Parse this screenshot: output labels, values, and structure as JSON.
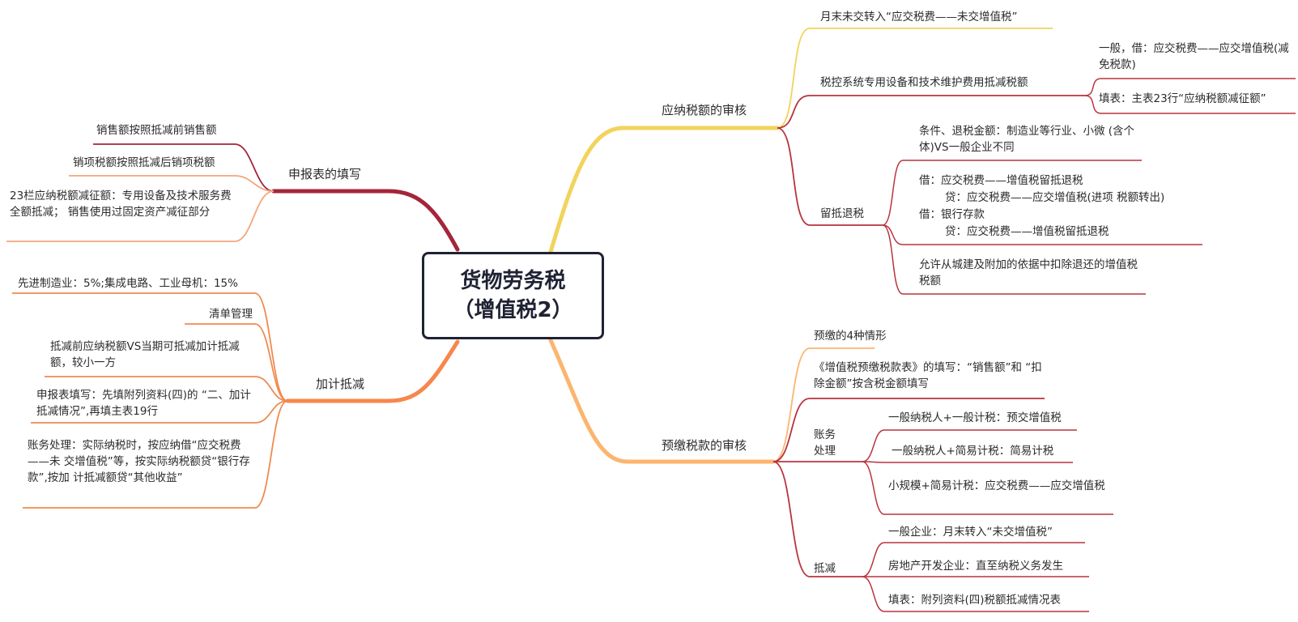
{
  "central": {
    "line1": "货物劳务税",
    "line2": "（增值税2）"
  },
  "colors": {
    "yingna": "#f2d35c",
    "yujiao": "#fbb56f",
    "jiaji": "#f7874c",
    "shenbao": "#a3263a",
    "sub_red": "#b8343f",
    "sub_orange": "#f08a50"
  },
  "yingna": {
    "label": "应纳税额的审核",
    "n1": "月末未交转入“应交税费——未交增值税”",
    "n2": {
      "label": "税控系统专用设备和技术维护费用抵减税额",
      "c1": "一般，借：应交税费——应交增值税(减免税款)",
      "c2": "填表：主表23行“应纳税额减征额”"
    },
    "n3": {
      "label": "留抵退税",
      "c1": "条件、退税金额：制造业等行业、小微 (含个体)VS一般企业不同",
      "c2": [
        "借：应交税费——增值税留抵退税",
        "贷：应交税费——应交增值税(进项 税额转出)",
        "借：银行存款",
        "贷：应交税费——增值税留抵退税"
      ],
      "c3": "允许从城建及附加的依据中扣除退还的增值税税额"
    }
  },
  "yujiao": {
    "label": "预缴税款的审核",
    "n1": "预缴的4种情形",
    "n2": "《增值税预缴税款表》的填写：“销售额”和 “扣除金额”按含税金额填写",
    "n3": {
      "label": "账务处理",
      "c1": "一般纳税人+一般计税：预交增值税",
      "c2": "一般纳税人+简易计税：简易计税",
      "c3": "小规模+简易计税：应交税费——应交增值税"
    },
    "n4": {
      "label": "抵减",
      "c1": "一般企业：月末转入“未交增值税”",
      "c2": "房地产开发企业：直至纳税义务发生",
      "c3": "填表：附列资料(四)税额抵减情况表"
    }
  },
  "shenbao": {
    "label": "申报表的填写",
    "c1": "销售额按照抵减前销售额",
    "c2": "销项税额按照抵减后销项税额",
    "c3": "23栏应纳税额减征额：专用设备及技术服务费全额抵减； 销售使用过固定资产减征部分"
  },
  "jiaji": {
    "label": "加计抵减",
    "c1": "先进制造业：5%;集成电路、工业母机：15%",
    "c2": "清单管理",
    "c3": "抵减前应纳税额VS当期可抵减加计抵减额，较小一方",
    "c4": "申报表填写：先填附列资料(四)的 “二、加计抵减情况”,再填主表19行",
    "c5": "账务处理：实际纳税时，按应纳借“应交税费——未 交增值税”等，按实际纳税额贷“银行存款”,按加 计抵减额贷“其他收益”"
  }
}
